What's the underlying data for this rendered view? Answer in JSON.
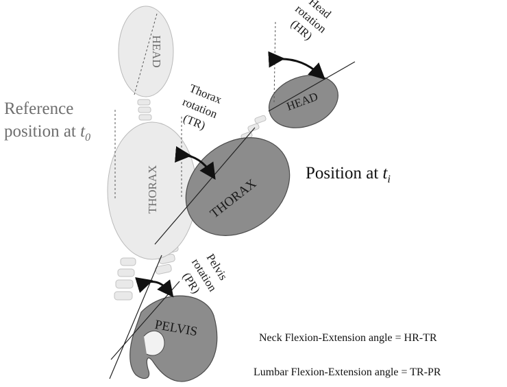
{
  "reference": {
    "line1": "Reference",
    "line2": "position at ",
    "t_base": "t",
    "t_sub": "0",
    "head_label": "HEAD",
    "thorax_label": "THORAX"
  },
  "current": {
    "position_prefix": "Position at ",
    "t_base": "t",
    "t_sub": "i",
    "head_label": "HEAD",
    "thorax_label": "THORAX",
    "pelvis_label": "PELVIS"
  },
  "rotations": {
    "head": [
      "Head",
      "rotation",
      "(HR)"
    ],
    "thorax": [
      "Thorax",
      "rotation",
      "(TR)"
    ],
    "pelvis": [
      "Pelvis",
      "rotation",
      "(PR)"
    ]
  },
  "formulas": {
    "neck": "Neck Flexion-Extension angle =  HR-TR",
    "lumbar": "Lumbar Flexion-Extension angle = TR-PR"
  },
  "colors": {
    "light_segment": "#ebebeb",
    "dark_segment": "#8c8c8c",
    "outline": "#4a4a4a",
    "reference_text": "#6e6e6e"
  }
}
